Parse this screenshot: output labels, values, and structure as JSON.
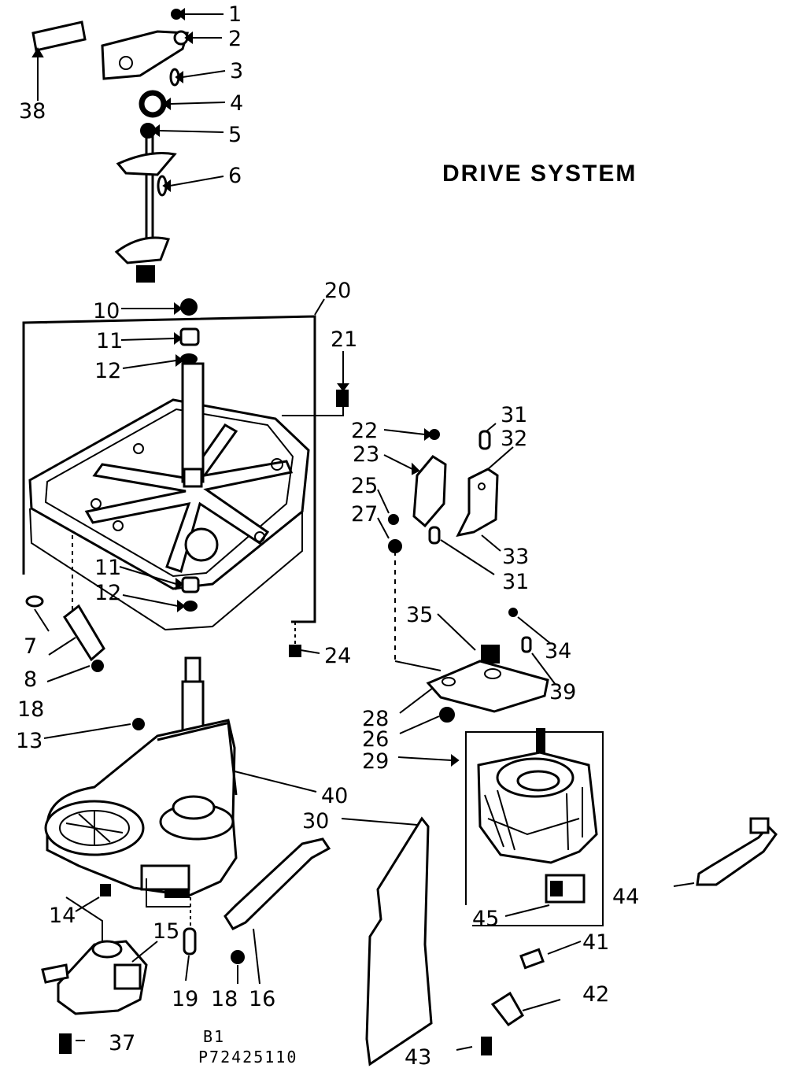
{
  "diagram": {
    "title": "DRIVE SYSTEM",
    "code_line1": "B1",
    "code_line2": "P72425110",
    "callouts": {
      "c1": "1",
      "c2": "2",
      "c3": "3",
      "c4": "4",
      "c5": "5",
      "c6": "6",
      "c7": "7",
      "c8": "8",
      "c10": "10",
      "c11a": "11",
      "c11b": "11",
      "c12a": "12",
      "c12b": "12",
      "c13": "13",
      "c14": "14",
      "c15": "15",
      "c16": "16",
      "c18a": "18",
      "c18b": "18",
      "c19": "19",
      "c20": "20",
      "c21": "21",
      "c22": "22",
      "c23": "23",
      "c24": "24",
      "c25": "25",
      "c26": "26",
      "c27": "27",
      "c28": "28",
      "c29": "29",
      "c30": "30",
      "c31a": "31",
      "c31b": "31",
      "c32": "32",
      "c33": "33",
      "c34": "34",
      "c35": "35",
      "c37": "37",
      "c38": "38",
      "c39": "39",
      "c40": "40",
      "c41": "41",
      "c42": "42",
      "c43": "43",
      "c44": "44",
      "c45": "45"
    }
  }
}
